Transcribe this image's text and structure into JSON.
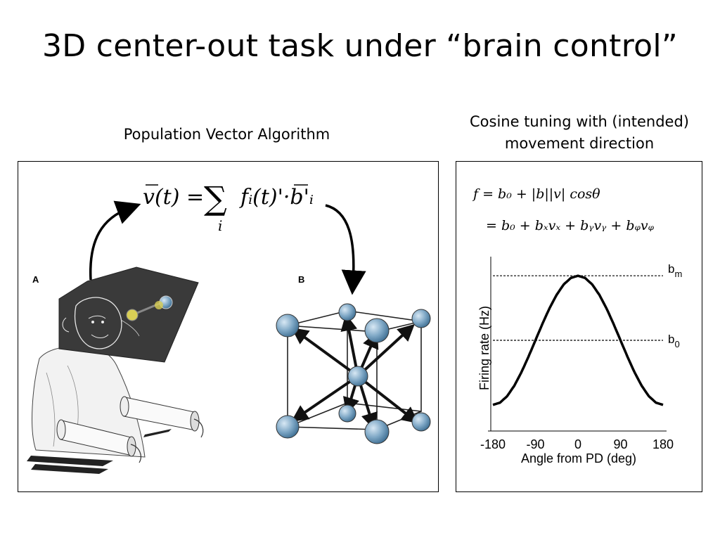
{
  "slide": {
    "title": "3D center-out task under “brain control”",
    "left_heading": "Population Vector Algorithm",
    "right_heading_line1": "Cosine tuning with (intended)",
    "right_heading_line2": "movement direction"
  },
  "left_panel": {
    "equation_lhs": "v(t) = ",
    "equation_sum": "∑",
    "equation_index": "i",
    "equation_rhs": "fᵢ(t)'·b'ᵢ",
    "label_a": "A",
    "label_b": "B"
  },
  "right_panel": {
    "equation_line1": "f = b₀ + |b||v| cosθ",
    "equation_line2": "= b₀ + bₓvₓ + bᵧvᵧ + bᵩvᵩ",
    "label_bm": "b",
    "label_bm_sub": "m",
    "label_b0": "b",
    "label_b0_sub": "0"
  },
  "chart_data": {
    "type": "line",
    "xlabel": "Angle from PD (deg)",
    "ylabel": "Firing rate (Hz)",
    "xticks": [
      -180,
      -90,
      0,
      90,
      180
    ],
    "xlim": [
      -180,
      180
    ],
    "ylim": [
      -1.1,
      1.1
    ],
    "series": [
      {
        "x": [
          -180,
          -165,
          -150,
          -135,
          -120,
          -105,
          -90,
          -75,
          -60,
          -45,
          -30,
          -15,
          0,
          15,
          30,
          45,
          60,
          75,
          90,
          105,
          120,
          135,
          150,
          165,
          180
        ],
        "y": [
          -1,
          -0.966,
          -0.866,
          -0.707,
          -0.5,
          -0.259,
          0,
          0.259,
          0.5,
          0.707,
          0.866,
          0.966,
          1,
          0.966,
          0.866,
          0.707,
          0.5,
          0.259,
          0,
          -0.259,
          -0.5,
          -0.707,
          -0.866,
          -0.966,
          -1
        ]
      }
    ],
    "reference_lines": [
      {
        "label": "b_m",
        "y": 1
      },
      {
        "label": "b_0",
        "y": 0
      }
    ],
    "grid": false
  },
  "colors": {
    "sphere": "#7fa8c6",
    "sphere_dark": "#3f6f93",
    "panel_dark": "#3a3a3a"
  }
}
